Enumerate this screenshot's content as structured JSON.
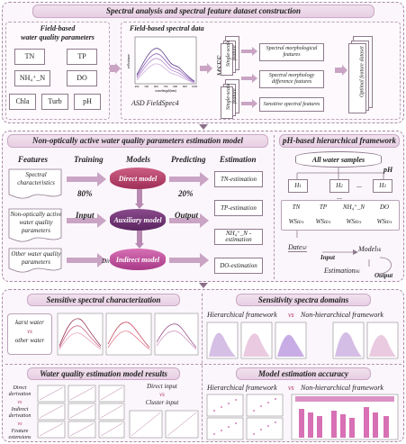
{
  "section1": {
    "title": "Spectral analysis and spectral feature dataset construction",
    "wq_title_line1": "Field-based",
    "wq_title_line2": "water quality parameters",
    "params": [
      "TN",
      "TP",
      "NH₄⁺_N",
      "DO",
      "Chla",
      "Turb",
      "pH"
    ],
    "spectral_title": "Field-based spectral data",
    "device": "ASD FieldSpec4",
    "plot_ylabel": "reflectance",
    "plot_xlabel": "wavelength(nm)",
    "plot_xticks": [
      "400",
      "500",
      "600",
      "700",
      "800",
      "900",
      "1000"
    ],
    "msfe": "MSFE",
    "single_scale1": "Single-scale feature",
    "single_scale2": "Single-scale feature",
    "features": [
      "Spectral morphological features",
      "Spectral morphology difference features",
      "Sensitive spectral features"
    ],
    "optimal": "Optimal feature dataset"
  },
  "section2": {
    "title_left": "Non-optically active water quality parameters estimation model",
    "title_right": "pH-based hierarchical framework",
    "col_features": "Features",
    "col_training": "Training",
    "col_models": "Models",
    "col_predicting": "Predicting",
    "col_estimation": "Estimation",
    "spectral_char": "Spectral characteristics",
    "non_opt": "Non-optically active water quality parameters",
    "other_wq": "Other water quality parameters",
    "pct_train": "80%",
    "pct_pred": "20%",
    "input": "Input",
    "output": "Output",
    "direct_cluster": "Direct/ Cluster input",
    "models": [
      "Direct model",
      "Auxiliary model",
      "Indirect model"
    ],
    "estimations": [
      "TN-estimation",
      "TP-estimation",
      "NH₄⁺_N -estimation",
      "DO-estimation"
    ],
    "all_samples": "All water samples",
    "ph": "pH",
    "h_labels": [
      "H",
      "H",
      "H"
    ],
    "h_subs": [
      "1",
      "2",
      "3"
    ],
    "dots": "...",
    "grid_row1": [
      "TN",
      "TP",
      "NH₄⁺_N",
      "DO"
    ],
    "ws": "WS",
    "ws_sub": "Hrs",
    "date": "Date",
    "date_sub": "SF",
    "model_h": "Model",
    "model_h_sub": "Hi",
    "estimation_h": "Estimation",
    "estimation_h_sub": "Hi",
    "hf_input": "Input",
    "hf_output": "Output"
  },
  "section3": {
    "sensitive_title": "Sensitive spectral characterization",
    "karst": "karst water",
    "vs": "vs",
    "other_water": "other water",
    "domains_title": "Sensitivity spectra domains",
    "hier": "Hierarchical framework",
    "non_hier": "Non-hierarchical framework",
    "results_title": "Water quality estimation model results",
    "direct_deriv": "Direct derivation",
    "indirect_deriv": "Indirect derivation",
    "feature_ext": "Feature extensions",
    "direct_input": "Direct input",
    "cluster_input": "Cluster input",
    "accuracy_title": "Model estimation accuracy"
  },
  "colors": {
    "direct": "#b03a62",
    "auxiliary": "#6b2d6e",
    "indirect": "#c24a9c",
    "accent": "#8c3a7a"
  }
}
